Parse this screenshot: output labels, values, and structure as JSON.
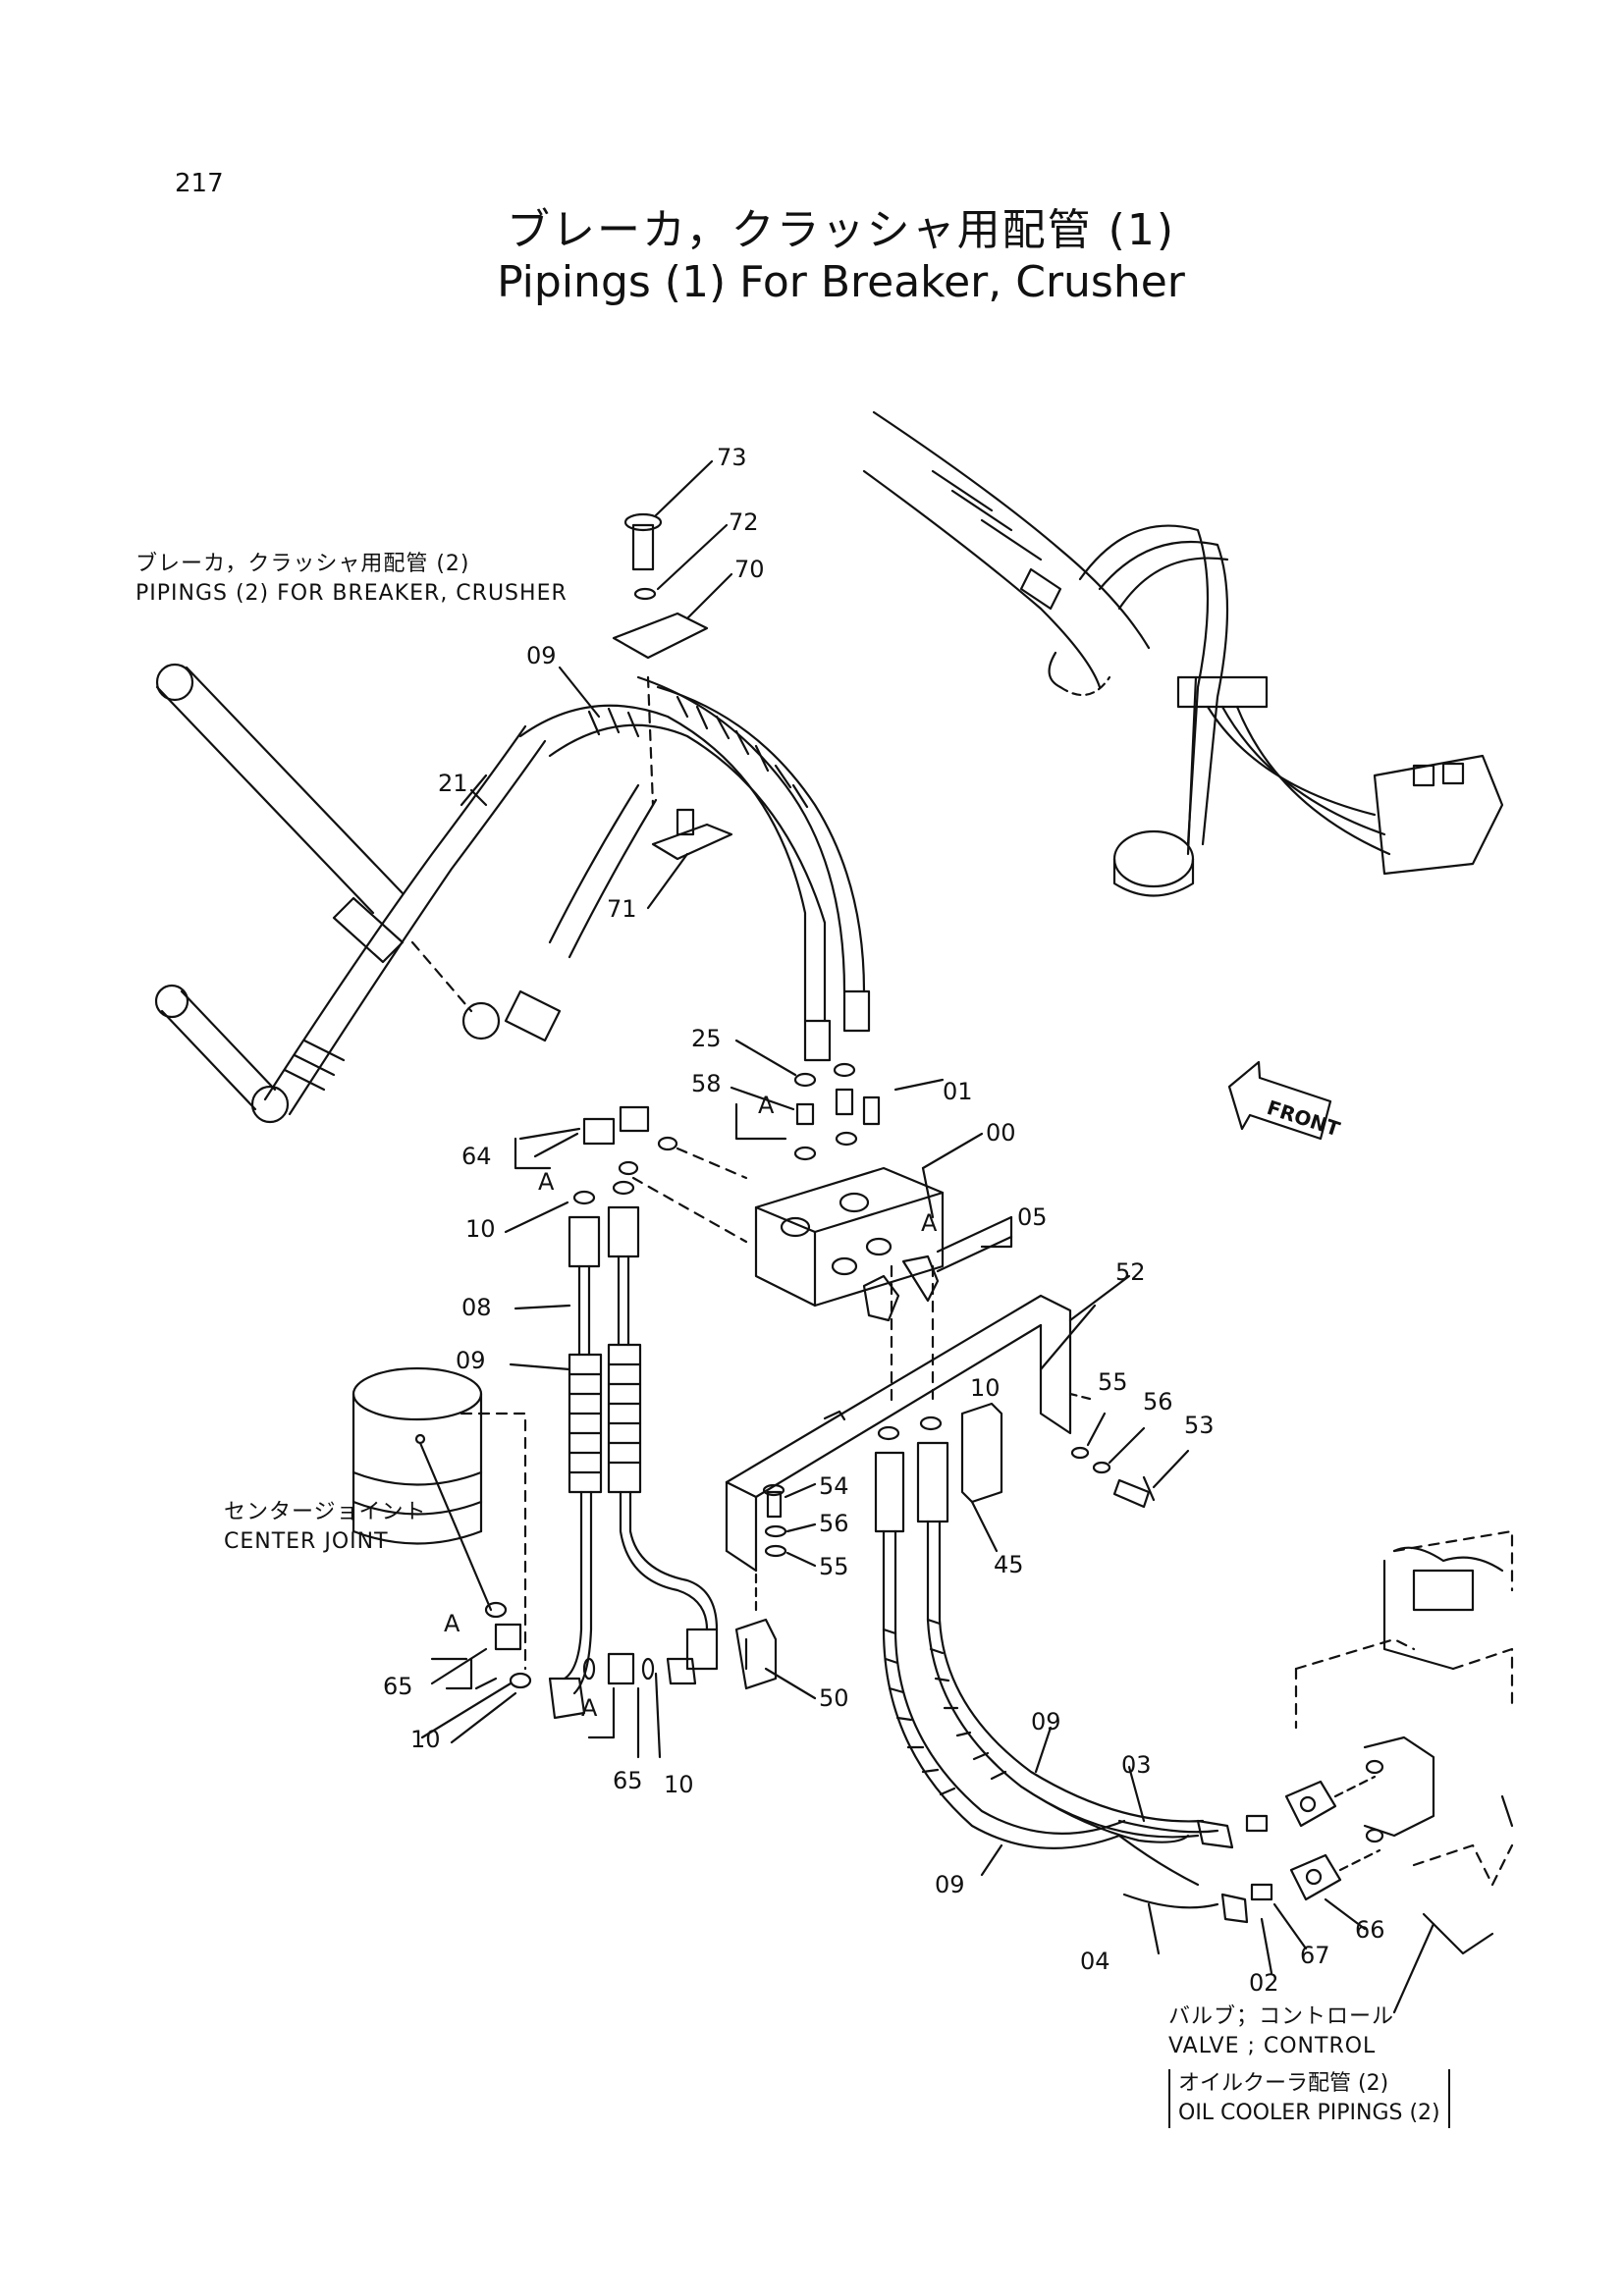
{
  "page_number": "217",
  "title_jp": "ブレーカ，クラッシャ用配管 (1)",
  "title_en": "Pipings (1) For Breaker, Crusher",
  "refs": {
    "pipings2": {
      "jp": "ブレーカ，クラッシャ用配管 (2)",
      "en": "PIPINGS (2) FOR  BREAKER, CRUSHER"
    },
    "center_joint": {
      "jp": "センタージョイント",
      "en": "CENTER  JOINT"
    },
    "valve": {
      "jp": "バルブ；コントロール",
      "en": "VALVE ; CONTROL"
    },
    "oil_cooler": {
      "jp": "オイルクーラ配管 (2)",
      "en": "OIL COOLER  PIPINGS (2)"
    }
  },
  "front_label": "FRONT",
  "parts": [
    "73",
    "72",
    "70",
    "09",
    "21",
    "71",
    "25",
    "58",
    "01",
    "00",
    "64",
    "10",
    "05",
    "08",
    "09",
    "52",
    "10",
    "55",
    "56",
    "53",
    "54",
    "56",
    "55",
    "45",
    "65",
    "10",
    "50",
    "65",
    "10",
    "09",
    "03",
    "09",
    "66",
    "04",
    "67",
    "02"
  ],
  "a_labels": [
    "A",
    "A",
    "A",
    "A",
    "A"
  ]
}
